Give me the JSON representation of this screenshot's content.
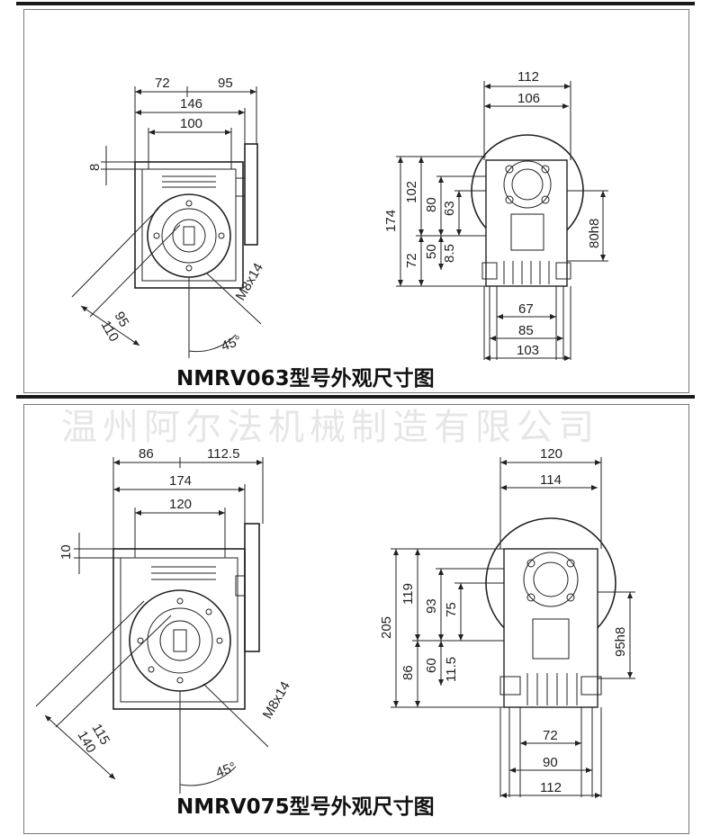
{
  "watermark": "温州阿尔法机械制造有限公司",
  "drawings": [
    {
      "caption": "NMRV063型号外观尺寸图",
      "front_view": {
        "top_a": "72",
        "top_b": "95",
        "mid": "146",
        "inner": "100",
        "side_offset": "8",
        "diag_inner": "95",
        "diag_outer": "110",
        "bolt_spec": "M8x14",
        "angle": "45°"
      },
      "side_view": {
        "top_outer": "112",
        "top_inner": "106",
        "height_total": "174",
        "height_upper": "102",
        "height_lower": "72",
        "h80": "80",
        "h63": "63",
        "h50": "50",
        "h85": "8.5",
        "shaft_fit": "80h8",
        "bottom_inner": "67",
        "bottom_mid": "85",
        "bottom_outer": "103"
      }
    },
    {
      "caption": "NMRV075型号外观尺寸图",
      "front_view": {
        "top_a": "86",
        "top_b": "112.5",
        "mid": "174",
        "inner": "120",
        "side_offset": "10",
        "diag_inner": "115",
        "diag_outer": "140",
        "bolt_spec": "M8x14",
        "angle": "45°"
      },
      "side_view": {
        "top_outer": "120",
        "top_inner": "114",
        "height_total": "205",
        "height_upper": "119",
        "height_lower": "86",
        "h93": "93",
        "h75": "75",
        "h60": "60",
        "h115": "11.5",
        "shaft_fit": "95h8",
        "bottom_inner": "72",
        "bottom_mid": "90",
        "bottom_outer": "112"
      }
    }
  ]
}
